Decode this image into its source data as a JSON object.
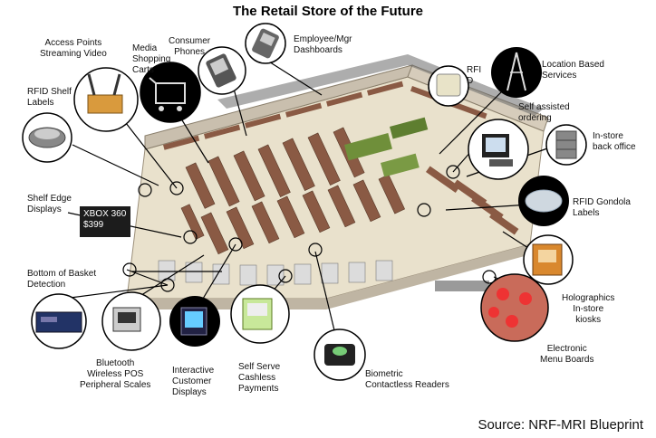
{
  "title": "The Retail Store of the Future",
  "source": "Source: NRF-MRI Blueprint",
  "price_tag": {
    "line1": "XBOX 360",
    "line2": "$399"
  },
  "callouts": {
    "access_points": "Access Points\nStreaming Video",
    "media_carts": "Media\nShopping\nCarts",
    "consumer_phones": "Consumer\nPhones",
    "employee_dashboards": "Employee/Mgr\nDashboards",
    "rfid": "RFI\nD",
    "location_services": "Location Based\nServices",
    "self_ordering": "Self assisted\nordering",
    "back_office": "In-store\nback office",
    "rfid_shelf": "RFID Shelf\nLabels",
    "shelf_edge": "Shelf Edge\nDisplays",
    "rfid_gondola": "RFID Gondola\nLabels",
    "bottom_basket": "Bottom of Basket\nDetection",
    "holographics": "Holographics\nIn-store\nkiosks",
    "menu_boards": "Electronic\nMenu Boards",
    "bluetooth_pos": "Bluetooth\nWireless POS\nPeripheral Scales",
    "interactive_displays": "Interactive\nCustomer\nDisplays",
    "self_serve": "Self Serve\nCashless\nPayments",
    "biometric": "Biometric\nContactless Readers"
  },
  "colors": {
    "floor": "#e9e1cc",
    "aisle": "#8a5a44",
    "wall": "#c9bfae",
    "ink": "#000000"
  }
}
